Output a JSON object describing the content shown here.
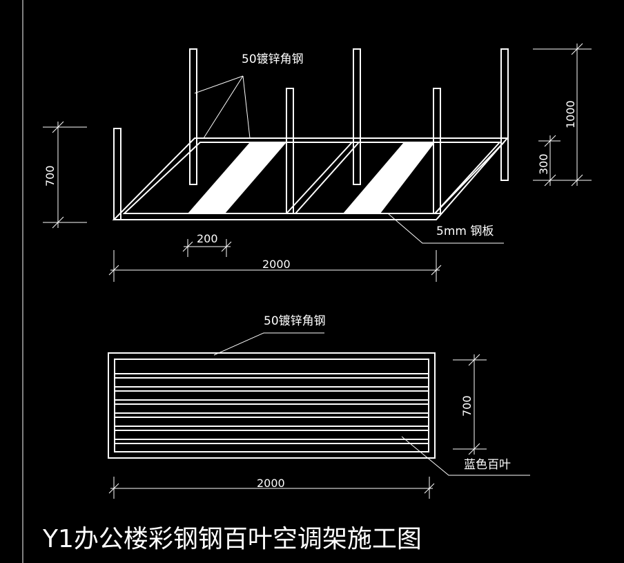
{
  "labels": {
    "top_angle_steel": "50镀锌角钢",
    "steel_plate": "5mm 钢板",
    "bottom_angle_steel": "50镀锌角钢",
    "louver": "蓝色百叶"
  },
  "dimensions": {
    "height_700_top": "700",
    "width_200": "200",
    "width_2000_top": "2000",
    "height_1000": "1000",
    "height_300": "300",
    "height_700_bottom": "700",
    "width_2000_bottom": "2000"
  },
  "title": "Y1办公楼彩钢钢百叶空调架施工图",
  "colors": {
    "background": "#000000",
    "lines": "#ffffff"
  }
}
